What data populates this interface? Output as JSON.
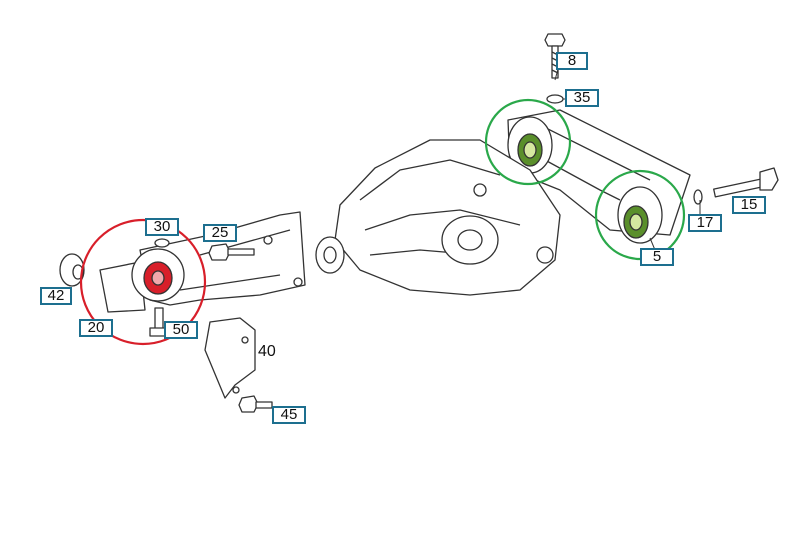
{
  "diagram": {
    "title": "",
    "callouts": {
      "c8": "8",
      "c35": "35",
      "c15": "15",
      "c17": "17",
      "c5": "5",
      "c30": "30",
      "c25": "25",
      "c42": "42",
      "c20": "20",
      "c50": "50",
      "c40": "40",
      "c45": "45"
    },
    "highlight_colors": {
      "red": "#d81f2a",
      "green": "#2aa84a",
      "callout_border": "#1d6f8f"
    }
  }
}
